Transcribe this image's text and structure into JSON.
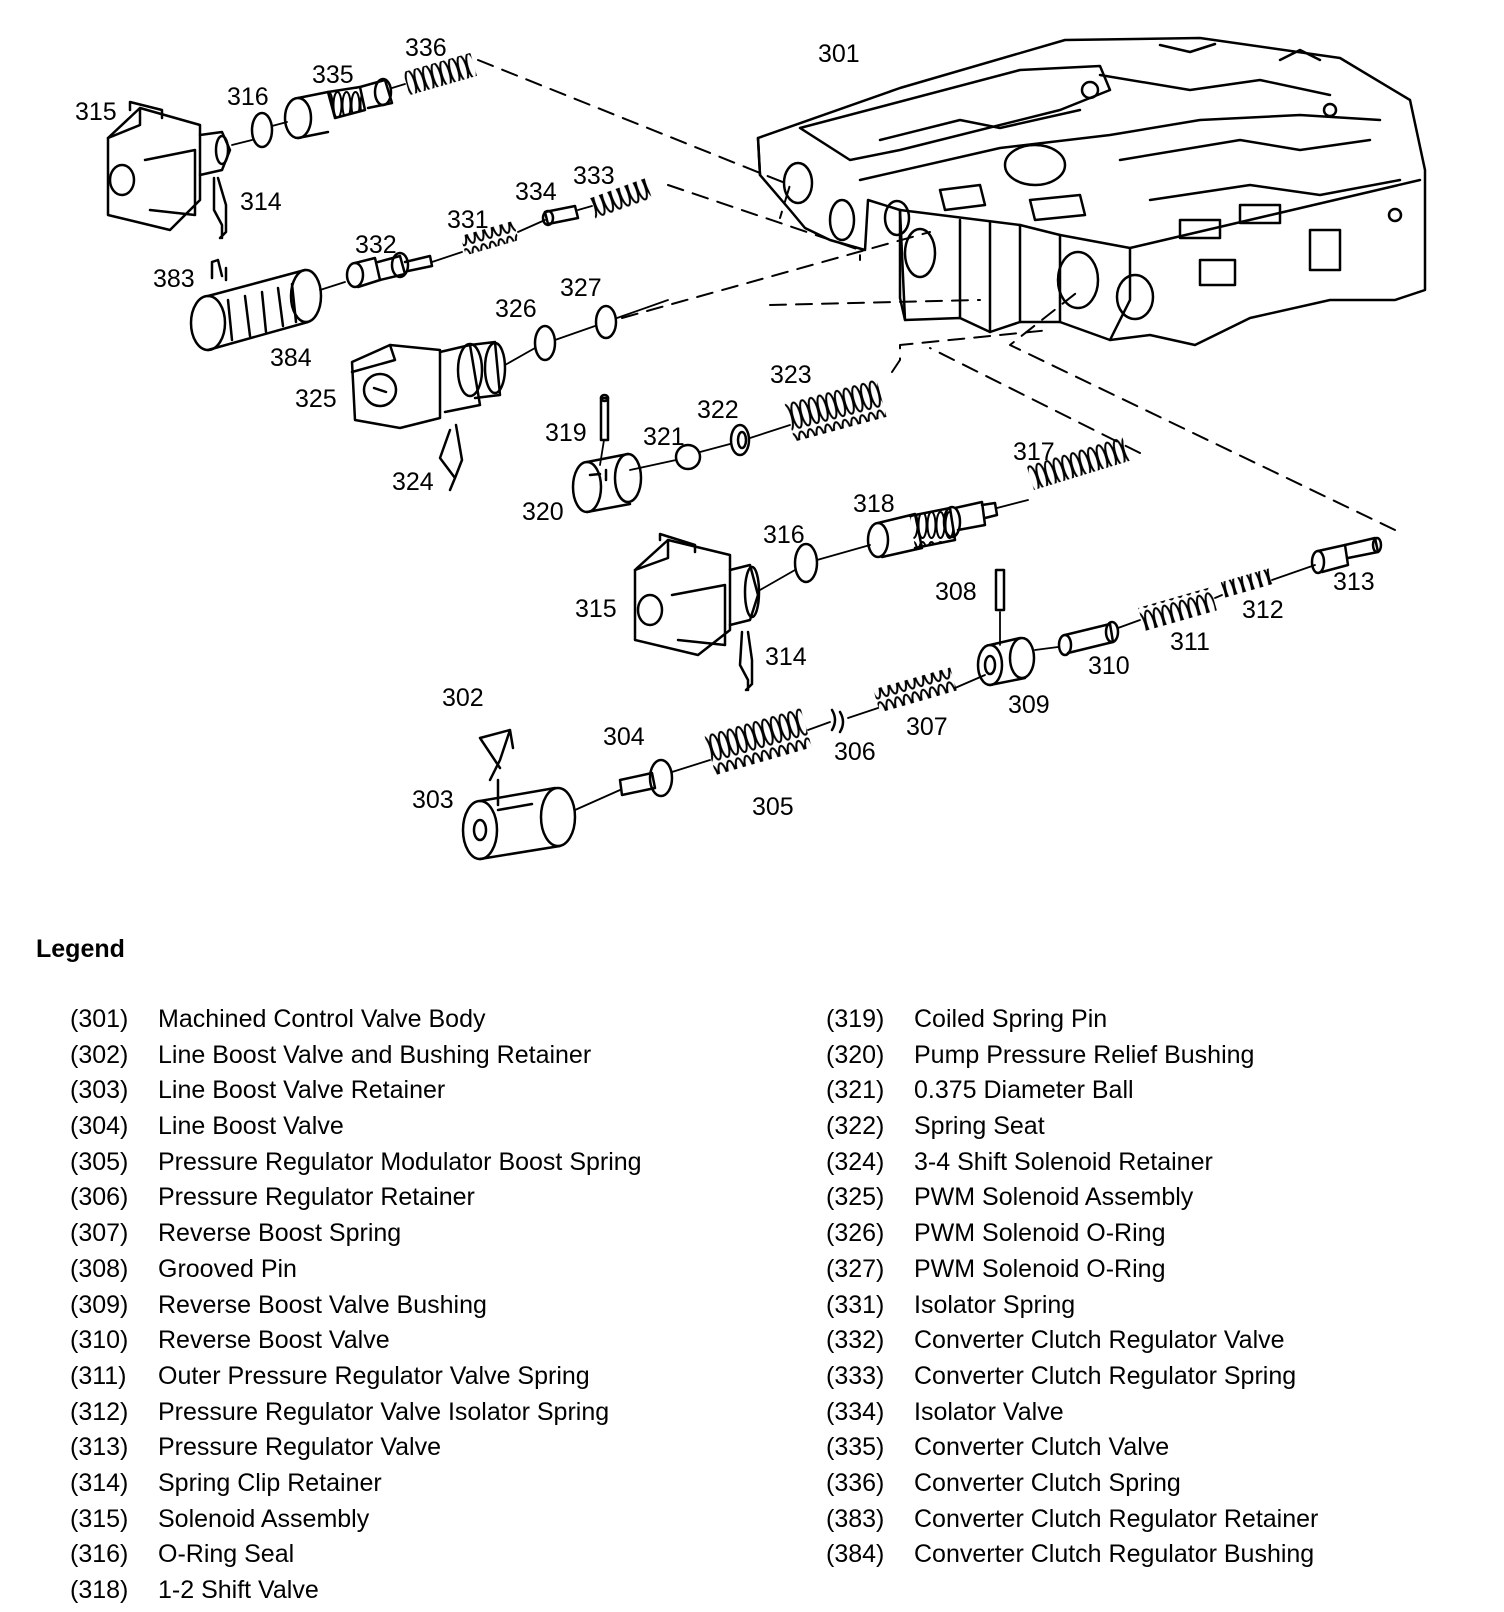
{
  "labels": {
    "l301": "301",
    "l302": "302",
    "l303": "303",
    "l304": "304",
    "l305": "305",
    "l306": "306",
    "l307": "307",
    "l308": "308",
    "l309": "309",
    "l310": "310",
    "l311": "311",
    "l312": "312",
    "l313": "313",
    "l314a": "314",
    "l314b": "314",
    "l315a": "315",
    "l315b": "315",
    "l316a": "316",
    "l316b": "316",
    "l317": "317",
    "l318": "318",
    "l319": "319",
    "l320": "320",
    "l321": "321",
    "l322": "322",
    "l323": "323",
    "l324": "324",
    "l325": "325",
    "l326": "326",
    "l327": "327",
    "l331": "331",
    "l332": "332",
    "l333": "333",
    "l334": "334",
    "l335": "335",
    "l336": "336",
    "l383": "383",
    "l384": "384"
  },
  "legend": {
    "title": "Legend",
    "left": [
      {
        "num": "(301)",
        "text": "Machined Control Valve Body"
      },
      {
        "num": "(302)",
        "text": "Line Boost Valve and Bushing Retainer"
      },
      {
        "num": "(303)",
        "text": "Line Boost Valve Retainer"
      },
      {
        "num": "(304)",
        "text": "Line Boost Valve"
      },
      {
        "num": "(305)",
        "text": "Pressure Regulator Modulator Boost Spring"
      },
      {
        "num": "(306)",
        "text": "Pressure Regulator Retainer"
      },
      {
        "num": "(307)",
        "text": "Reverse Boost Spring"
      },
      {
        "num": "(308)",
        "text": "Grooved Pin"
      },
      {
        "num": "(309)",
        "text": "Reverse Boost Valve Bushing"
      },
      {
        "num": "(310)",
        "text": "Reverse Boost Valve"
      },
      {
        "num": "(311)",
        "text": "Outer Pressure Regulator Valve Spring"
      },
      {
        "num": "(312)",
        "text": "Pressure Regulator Valve Isolator Spring"
      },
      {
        "num": "(313)",
        "text": "Pressure Regulator Valve"
      },
      {
        "num": "(314)",
        "text": "Spring Clip Retainer"
      },
      {
        "num": "(315)",
        "text": "Solenoid Assembly"
      },
      {
        "num": "(316)",
        "text": "O-Ring Seal"
      },
      {
        "num": "(318)",
        "text": "1-2 Shift Valve"
      }
    ],
    "right": [
      {
        "num": "(319)",
        "text": "Coiled Spring Pin"
      },
      {
        "num": "(320)",
        "text": "Pump Pressure Relief Bushing"
      },
      {
        "num": "(321)",
        "text": "0.375 Diameter Ball"
      },
      {
        "num": "(322)",
        "text": "Spring Seat"
      },
      {
        "num": "(324)",
        "text": "3-4 Shift Solenoid Retainer"
      },
      {
        "num": "(325)",
        "text": "PWM Solenoid Assembly"
      },
      {
        "num": "(326)",
        "text": "PWM Solenoid O-Ring"
      },
      {
        "num": "(327)",
        "text": "PWM Solenoid O-Ring"
      },
      {
        "num": "(331)",
        "text": "Isolator Spring"
      },
      {
        "num": "(332)",
        "text": "Converter Clutch Regulator Valve"
      },
      {
        "num": "(333)",
        "text": "Converter Clutch Regulator Spring"
      },
      {
        "num": "(334)",
        "text": "Isolator Valve"
      },
      {
        "num": "(335)",
        "text": "Converter Clutch Valve"
      },
      {
        "num": "(336)",
        "text": "Converter Clutch Spring"
      },
      {
        "num": "(383)",
        "text": "Converter Clutch Regulator Retainer"
      },
      {
        "num": "(384)",
        "text": "Converter Clutch Regulator Bushing"
      }
    ]
  }
}
